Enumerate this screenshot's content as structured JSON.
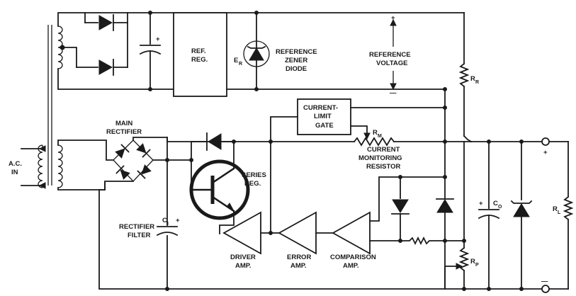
{
  "labels": {
    "ac_in_line1": "A.C.",
    "ac_in_line2": "IN",
    "ref_reg_line1": "REF.",
    "ref_reg_line2": "REG.",
    "er": "E",
    "er_sub": "R",
    "ref_zener_line1": "REFERENCE",
    "ref_zener_line2": "ZENER",
    "ref_zener_line3": "DIODE",
    "ref_voltage_line1": "REFERENCE",
    "ref_voltage_line2": "VOLTAGE",
    "plus": "+",
    "minus": "—",
    "rr": "R",
    "rr_sub": "R",
    "main_rect_line1": "MAIN",
    "main_rect_line2": "RECTIFIER",
    "clg_line1": "CURRENT-",
    "clg_line2": "LIMIT",
    "clg_line3": "GATE",
    "rm": "R",
    "rm_sub": "M",
    "cmr_line1": "CURRENT",
    "cmr_line2": "MONITORING",
    "cmr_line3": "RESISTOR",
    "series_reg_line1": "SERIES",
    "series_reg_line2": "REG.",
    "ci": "C",
    "ci_sub": "I",
    "rect_filter_line1": "RECTIFIER",
    "rect_filter_line2": "FILTER",
    "driver_line1": "DRIVER",
    "driver_line2": "AMP.",
    "error_line1": "ERROR",
    "error_line2": "AMP.",
    "comparison_line1": "COMPARISON",
    "comparison_line2": "AMP.",
    "co": "C",
    "co_sub": "O",
    "rp": "R",
    "rp_sub": "P",
    "rl": "R",
    "rl_sub": "L"
  }
}
